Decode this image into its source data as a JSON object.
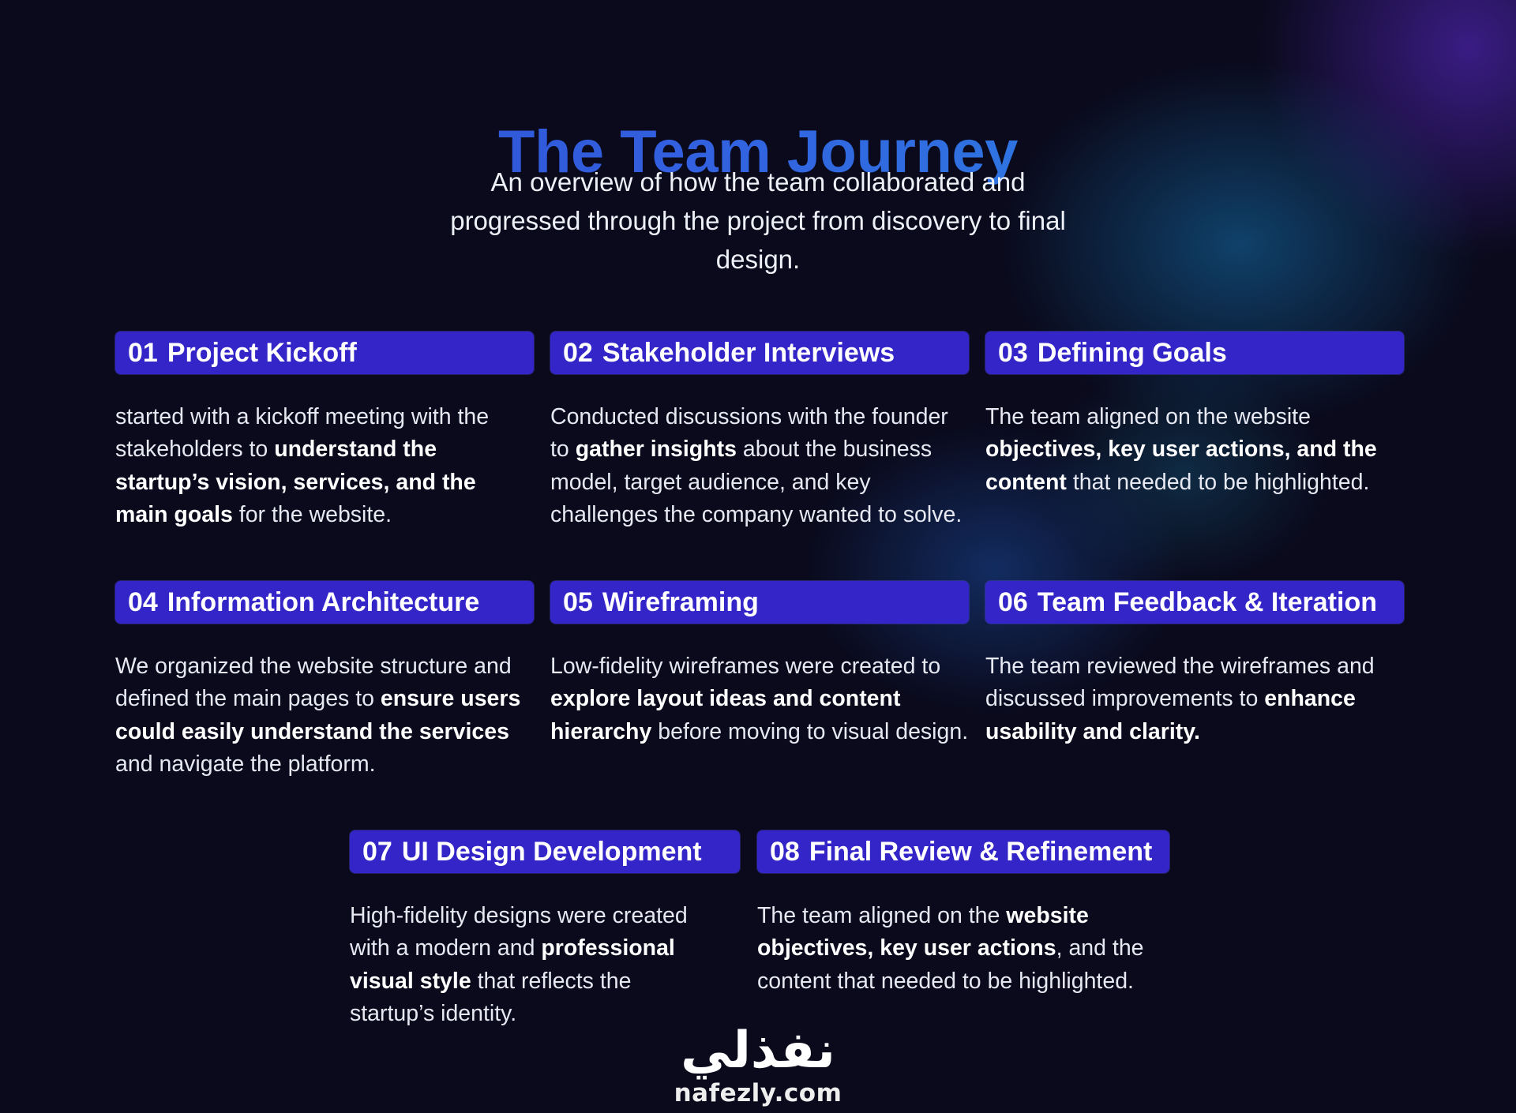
{
  "header": {
    "title": "The Team Journey",
    "subtitle": "An overview of how the team collaborated and progressed through the project from discovery to final design."
  },
  "steps": [
    {
      "number": "01",
      "title": "Project Kickoff",
      "description": [
        {
          "text": "started with a kickoff meeting with the stakeholders to ",
          "bold": false
        },
        {
          "text": "understand the startup’s vision, services, and the main goals",
          "bold": true
        },
        {
          "text": " for the website.",
          "bold": false
        }
      ]
    },
    {
      "number": "02",
      "title": "Stakeholder Interviews",
      "description": [
        {
          "text": "Conducted discussions with the founder to ",
          "bold": false
        },
        {
          "text": "gather insights",
          "bold": true
        },
        {
          "text": " about the business model, target audience, and key challenges the company wanted to solve.",
          "bold": false
        }
      ]
    },
    {
      "number": "03",
      "title": "Defining Goals",
      "description": [
        {
          "text": "The team aligned on the website ",
          "bold": false
        },
        {
          "text": "objectives, key user actions, and the content",
          "bold": true
        },
        {
          "text": " that needed to be highlighted.",
          "bold": false
        }
      ]
    },
    {
      "number": "04",
      "title": "Information Architecture",
      "description": [
        {
          "text": "We organized the website structure and defined the main pages to ",
          "bold": false
        },
        {
          "text": "ensure users could easily understand the services",
          "bold": true
        },
        {
          "text": " and navigate the platform.",
          "bold": false
        }
      ]
    },
    {
      "number": "05",
      "title": "Wireframing",
      "description": [
        {
          "text": "Low-fidelity wireframes were created to ",
          "bold": false
        },
        {
          "text": "explore layout ideas and content hierarchy",
          "bold": true
        },
        {
          "text": " before moving to visual design.",
          "bold": false
        }
      ]
    },
    {
      "number": "06",
      "title": "Team Feedback & Iteration",
      "description": [
        {
          "text": "The team reviewed the wireframes and discussed improvements to ",
          "bold": false
        },
        {
          "text": "enhance usability and clarity.",
          "bold": true
        }
      ]
    },
    {
      "number": "07",
      "title": "UI Design Development",
      "description": [
        {
          "text": "High-fidelity designs were created with a modern and ",
          "bold": false
        },
        {
          "text": "professional visual style",
          "bold": true
        },
        {
          "text": " that reflects the startup’s identity.",
          "bold": false
        }
      ]
    },
    {
      "number": "08",
      "title": "Final Review & Refinement",
      "description": [
        {
          "text": "The team aligned on the ",
          "bold": false
        },
        {
          "text": "website objectives, key user actions",
          "bold": true
        },
        {
          "text": ", and the content that needed to be highlighted.",
          "bold": false
        }
      ]
    }
  ],
  "logo": {
    "arabic": "نفذلي",
    "latin": "nafezly.com"
  }
}
